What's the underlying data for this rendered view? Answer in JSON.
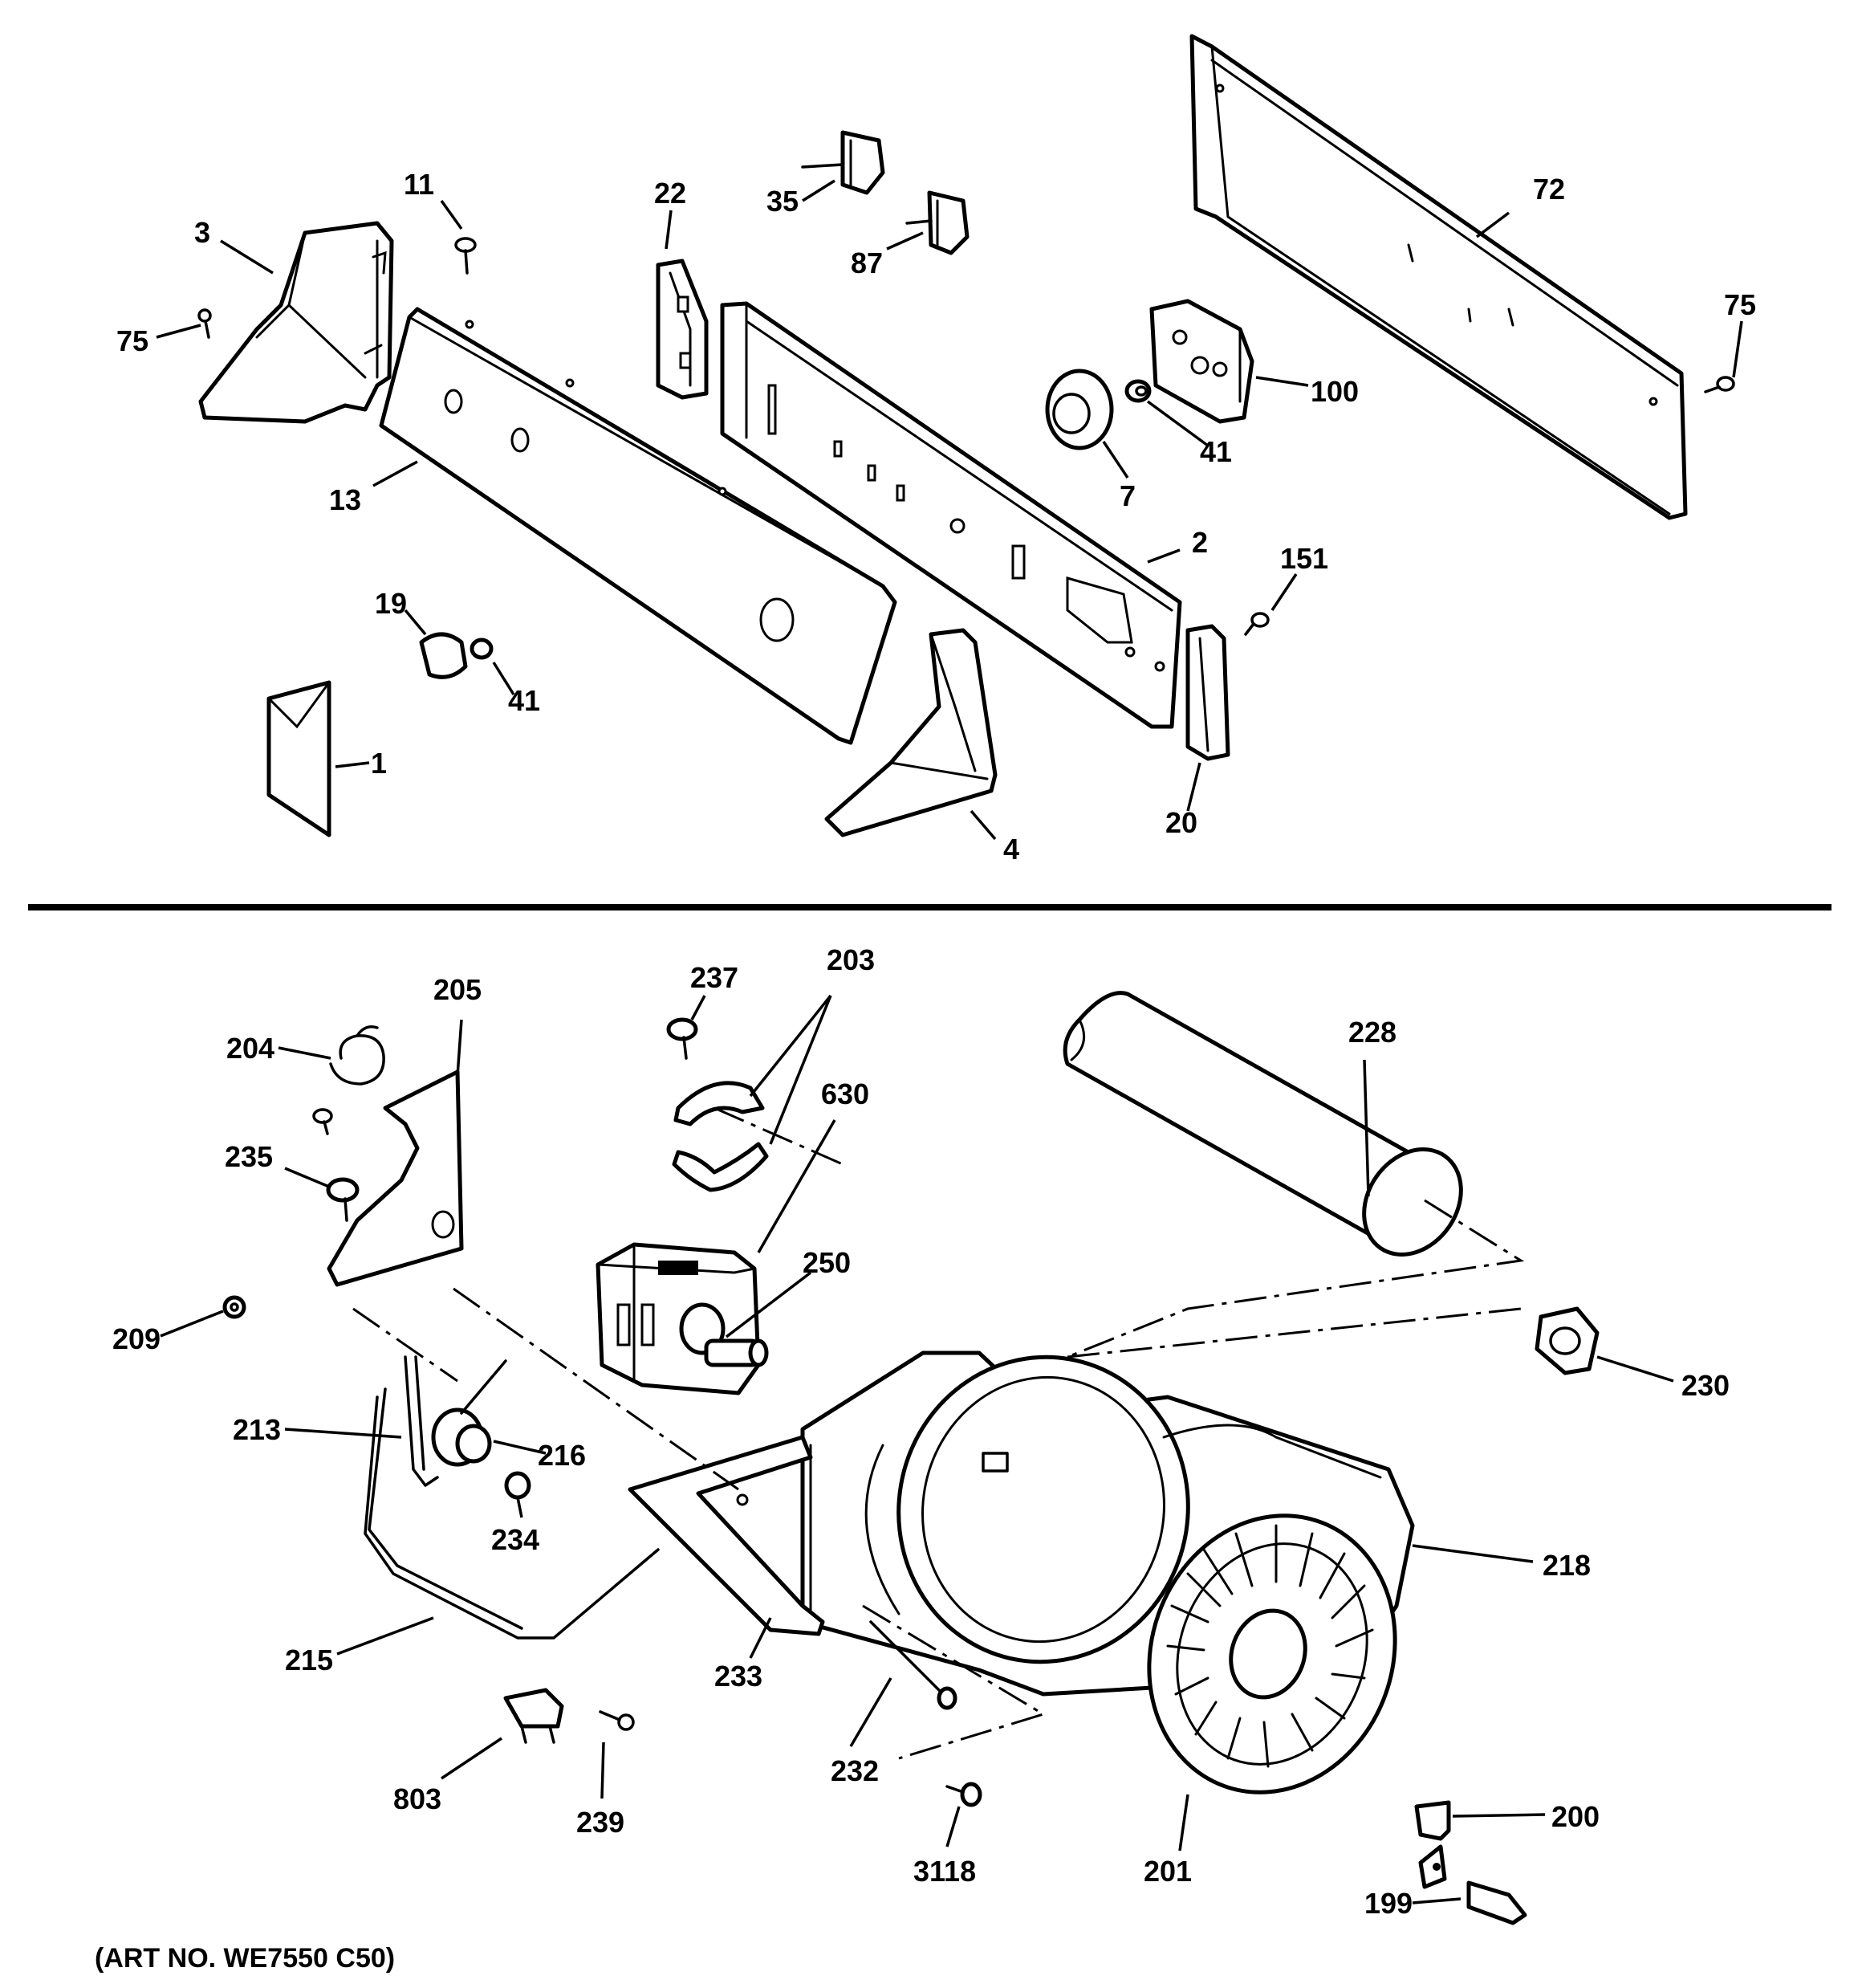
{
  "callouts_top": [
    "3",
    "11",
    "22",
    "35",
    "87",
    "72",
    "75",
    "13",
    "7",
    "41",
    "100",
    "2",
    "151",
    "19",
    "41",
    "1",
    "4",
    "20",
    "75"
  ],
  "callouts_bottom": [
    "204",
    "205",
    "237",
    "203",
    "630",
    "228",
    "235",
    "209",
    "250",
    "230",
    "213",
    "216",
    "234",
    "218",
    "215",
    "233",
    "232",
    "803",
    "239",
    "3118",
    "201",
    "200",
    "199"
  ],
  "caption": "(ART NO. WE7550 C50)",
  "colors": {
    "ink": "#000000",
    "paper": "#ffffff"
  }
}
